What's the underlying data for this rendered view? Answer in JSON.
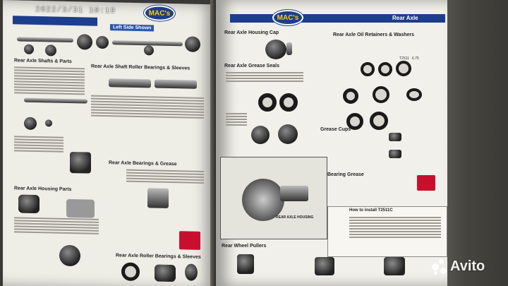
{
  "photo": {
    "timestamp": "2022/3/31 10:19",
    "watermark": "Avito"
  },
  "catalog": {
    "brand": "MAC's",
    "left_page": {
      "tab_label": "Left Side Shown",
      "sections": [
        "Rear Axle Shafts & Parts",
        "Rear Axle Shaft Roller Bearings & Sleeves",
        "Rear Axle Bearings & Grease",
        "Rear Axle Housing Parts",
        "Rear Axle Roller Bearings & Sleeves"
      ]
    },
    "right_page": {
      "header": "Rear Axle",
      "sections": [
        "Rear Axle Housing Cap",
        "Rear Axle Oil Retainers & Washers",
        "Rear Axle Grease Seals",
        "Grease Cups",
        "Bearing Grease",
        "Rear Wheel Pullers"
      ],
      "housing_label": "REAR AXLE HOUSING",
      "howto_title": "How to install T2511C",
      "colors": {
        "brand_blue": "#1d3e8c",
        "brand_yellow": "#ffcc00",
        "band_blue": "#2a55a8"
      }
    }
  }
}
